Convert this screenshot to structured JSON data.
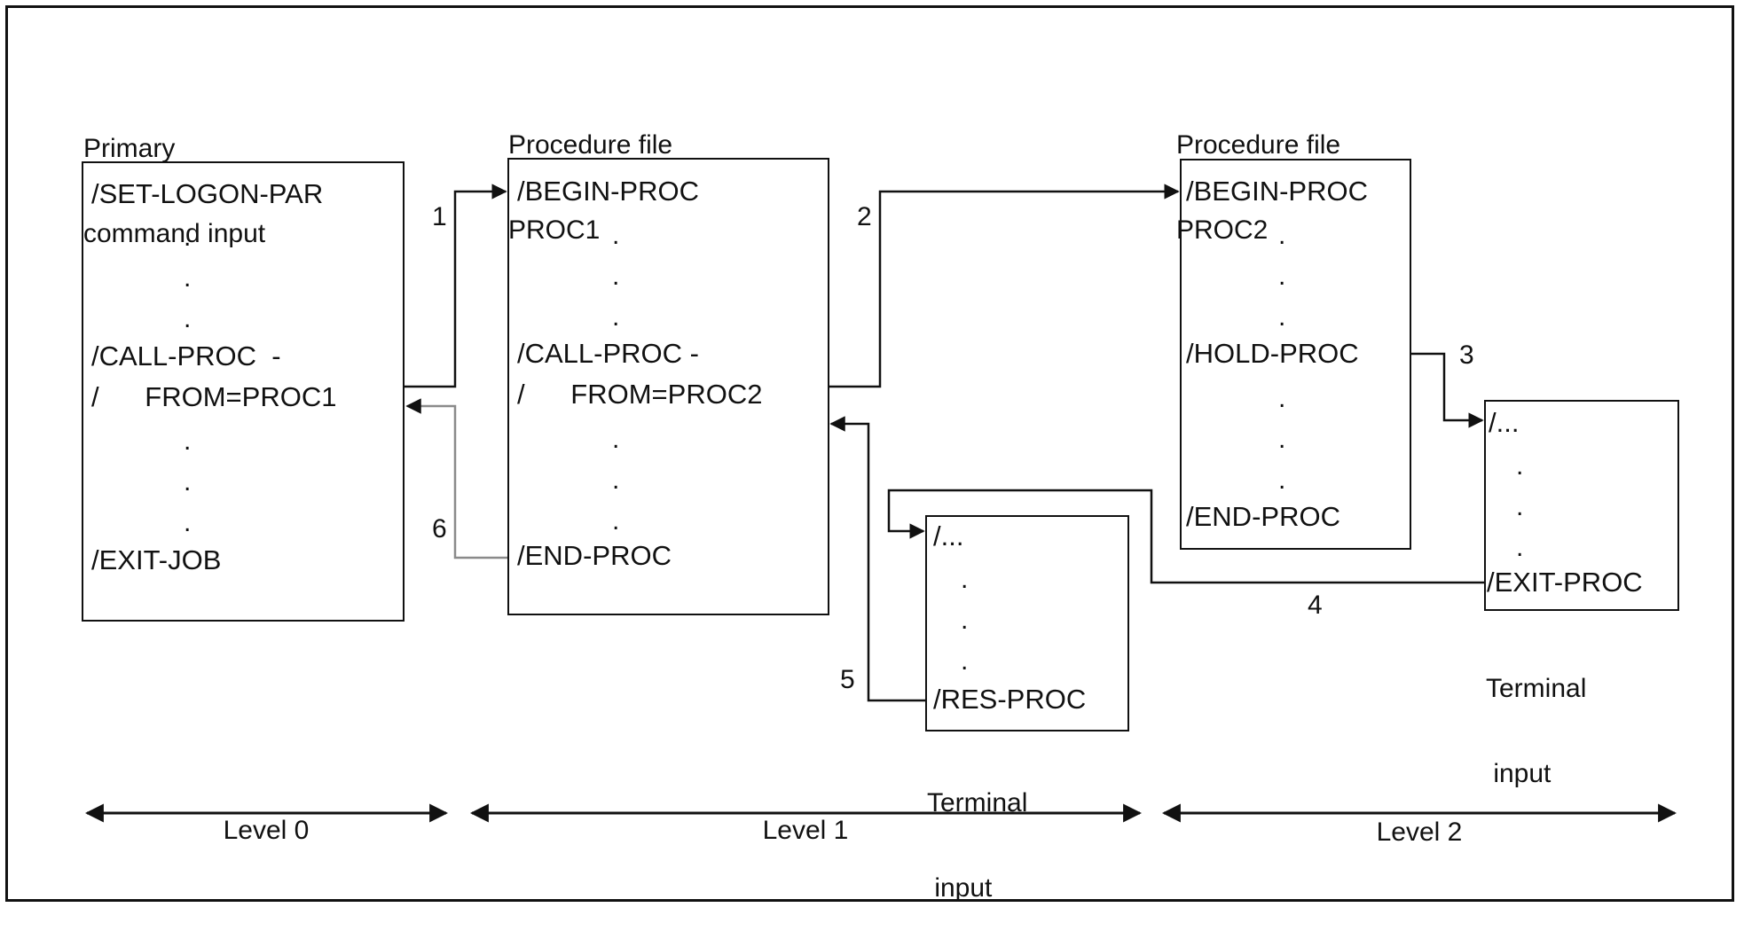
{
  "diagram": {
    "columns": [
      {
        "caption": [
          "Primary",
          "command input"
        ],
        "lines": [
          "/SET-LOGON-PAR",
          ".",
          ".",
          ".",
          "/CALL-PROC  -",
          "/      FROM=PROC1",
          ".",
          ".",
          ".",
          "/EXIT-JOB"
        ]
      },
      {
        "caption": [
          "Procedure file",
          "PROC1"
        ],
        "lines": [
          "/BEGIN-PROC",
          ".",
          ".",
          ".",
          "/CALL-PROC -",
          "/      FROM=PROC2",
          ".",
          ".",
          ".",
          "/END-PROC"
        ]
      },
      {
        "caption": [
          "Procedure file",
          "PROC2"
        ],
        "lines": [
          "/BEGIN-PROC",
          ".",
          ".",
          ".",
          "/HOLD-PROC",
          ".",
          ".",
          ".",
          "/END-PROC"
        ]
      }
    ],
    "terminal_boxes": [
      {
        "lines": [
          "/...",
          ".",
          ".",
          ".",
          "/RES-PROC"
        ],
        "caption": [
          "Terminal",
          " input"
        ]
      },
      {
        "lines": [
          "/...",
          ".",
          ".",
          ".",
          "/EXIT-PROC"
        ],
        "caption": [
          "Terminal",
          " input"
        ]
      }
    ],
    "steps": [
      "1",
      "2",
      "3",
      "4",
      "5",
      "6"
    ],
    "levels": [
      "Level 0",
      "Level 1",
      "Level 2"
    ],
    "colors": {
      "line": "#111111",
      "return_line_6": "#8a8a8a"
    }
  }
}
